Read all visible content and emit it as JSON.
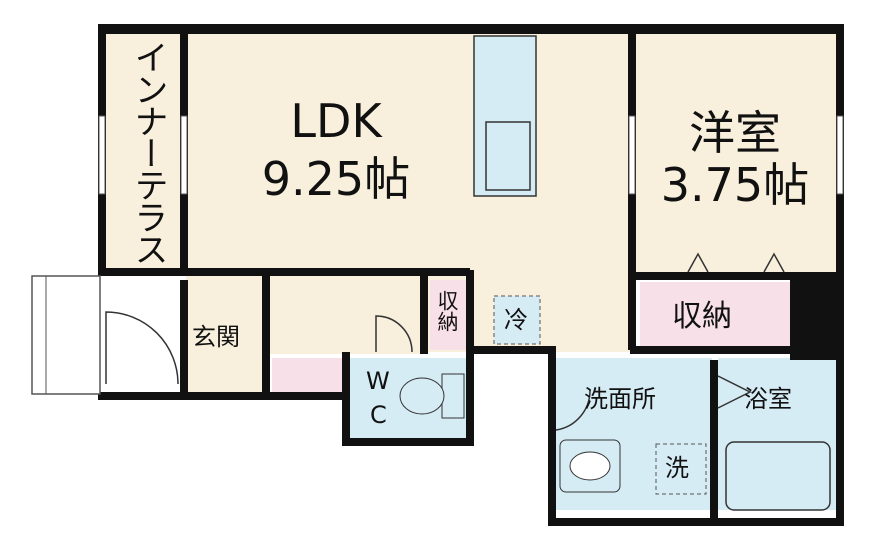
{
  "rooms": {
    "ldk_name": "LDK",
    "ldk_size": "9.25帖",
    "western_name": "洋室",
    "western_size": "3.75帖",
    "inner_terrace": "インナーテラス",
    "storage": "収納",
    "small_storage": "収納",
    "entrance": "玄関",
    "fridge": "冷",
    "washroom": "洗面所",
    "washer": "洗",
    "bathroom": "浴室",
    "wc_w": "W",
    "wc_c": "C"
  },
  "colors": {
    "wall": "#111111",
    "floor": "#f8f0dc",
    "wet_area": "#d6ecf5",
    "storage_fill": "#f8e0e8",
    "terrace_fill": "#f8f0dc"
  }
}
